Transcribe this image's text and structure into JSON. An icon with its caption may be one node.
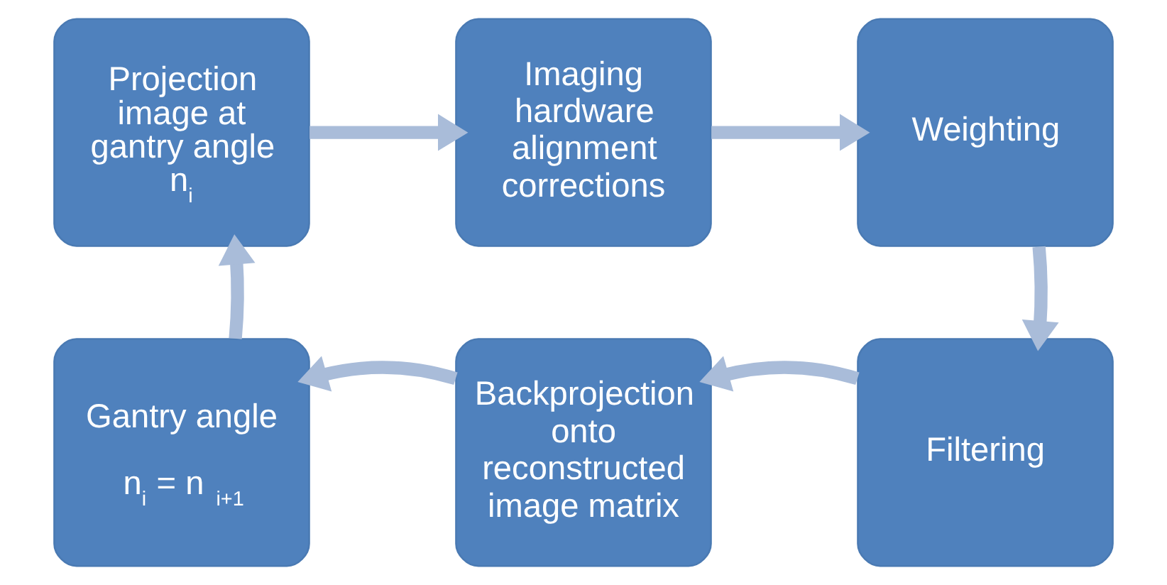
{
  "diagram": {
    "nodes": [
      {
        "text": [
          "Projection image at gantry angle n$_{i}$"
        ]
      },
      {
        "text": [
          "Imaging hardware alignment corrections"
        ]
      },
      {
        "text": [
          "Weighting"
        ]
      },
      {
        "text": [
          "Filtering"
        ]
      },
      {
        "text": [
          "Backprojection onto reconstructed image matrix"
        ]
      },
      {
        "text": [
          "Gantry angle",
          "n$_{i}$ = n $_{i+1}$"
        ]
      }
    ],
    "edges": [
      {
        "from": 0,
        "to": 1,
        "arrow": "to"
      },
      {
        "from": 1,
        "to": 2,
        "arrow": "to"
      },
      {
        "from": 2,
        "to": 3,
        "arrow": "to"
      },
      {
        "from": 3,
        "to": 4,
        "arrow": "to"
      },
      {
        "from": 4,
        "to": 5,
        "arrow": "to"
      },
      {
        "from": 5,
        "to": 0,
        "arrow": "to"
      }
    ]
  }
}
